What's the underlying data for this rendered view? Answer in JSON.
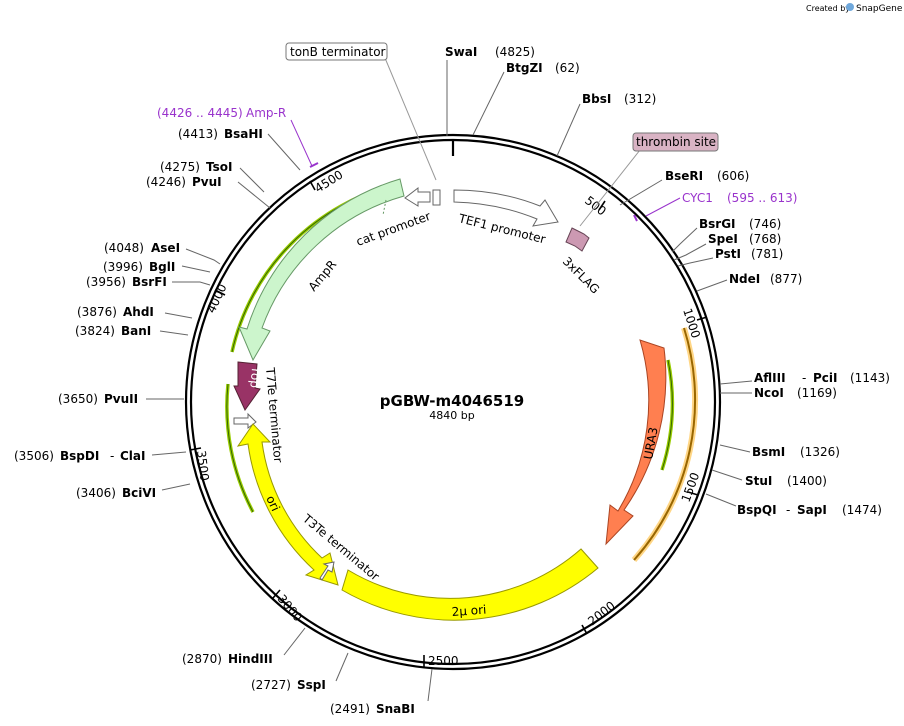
{
  "header": {
    "credit_prefix": "Created by",
    "credit_brand": "SnapGene"
  },
  "plasmid": {
    "name": "pGBW-m4046519",
    "length": "4840 bp"
  },
  "colors": {
    "backbone": "#000000",
    "resistance": "#ccf5cc",
    "origin": "#ffff00",
    "marker": "#ff7f50",
    "rop": "#993366",
    "tag": "#cc99b2",
    "terminator": "#ffffff",
    "primer": "#99cc00",
    "site_label": "#9933cc"
  },
  "ticks": [
    "500",
    "1000",
    "1500",
    "2000",
    "2500",
    "3000",
    "3500",
    "4000",
    "4500"
  ],
  "features": {
    "tef1_promoter": "TEF1 promoter",
    "flag": "3xFLAG",
    "cat_promoter": "cat promoter",
    "ampr": "AmpR",
    "rop": "rop",
    "t7te": "T7Te terminator",
    "ori": "ori",
    "t3te": "T3Te terminator",
    "two_micron": "2μ ori",
    "ura3": "URA3"
  },
  "boxed_labels": {
    "tonb": "tonB terminator",
    "thrombin": "thrombin site"
  },
  "regions": [
    {
      "name": "Amp-R",
      "range": "(4426 .. 4445)"
    },
    {
      "name": "CYC1",
      "range": "(595 .. 613)"
    }
  ],
  "sites": [
    {
      "name": "SwaI",
      "pos": "(4825)"
    },
    {
      "name": "BtgZI",
      "pos": "(62)"
    },
    {
      "name": "BbsI",
      "pos": "(312)"
    },
    {
      "name": "BseRI",
      "pos": "(606)"
    },
    {
      "name": "BsrGI",
      "pos": "(746)"
    },
    {
      "name": "SpeI",
      "pos": "(768)"
    },
    {
      "name": "PstI",
      "pos": "(781)"
    },
    {
      "name": "NdeI",
      "pos": "(877)"
    },
    {
      "name": "AflIII",
      "name2": "PciI",
      "pos": "(1143)"
    },
    {
      "name": "NcoI",
      "pos": "(1169)"
    },
    {
      "name": "BsmI",
      "pos": "(1326)"
    },
    {
      "name": "StuI",
      "pos": "(1400)"
    },
    {
      "name": "BspQI",
      "name2": "SapI",
      "pos": "(1474)"
    },
    {
      "name": "SnaBI",
      "pos": "(2491)"
    },
    {
      "name": "SspI",
      "pos": "(2727)"
    },
    {
      "name": "HindIII",
      "pos": "(2870)"
    },
    {
      "name": "BciVI",
      "pos": "(3406)"
    },
    {
      "name": "BspDI",
      "name2": "ClaI",
      "pos": "(3506)"
    },
    {
      "name": "PvuII",
      "pos": "(3650)"
    },
    {
      "name": "BanI",
      "pos": "(3824)"
    },
    {
      "name": "AhdI",
      "pos": "(3876)"
    },
    {
      "name": "BsrFI",
      "pos": "(3956)"
    },
    {
      "name": "BglI",
      "pos": "(3996)"
    },
    {
      "name": "AseI",
      "pos": "(4048)"
    },
    {
      "name": "PvuI",
      "pos": "(4246)"
    },
    {
      "name": "TsoI",
      "pos": "(4275)"
    },
    {
      "name": "BsaHI",
      "pos": "(4413)"
    }
  ]
}
